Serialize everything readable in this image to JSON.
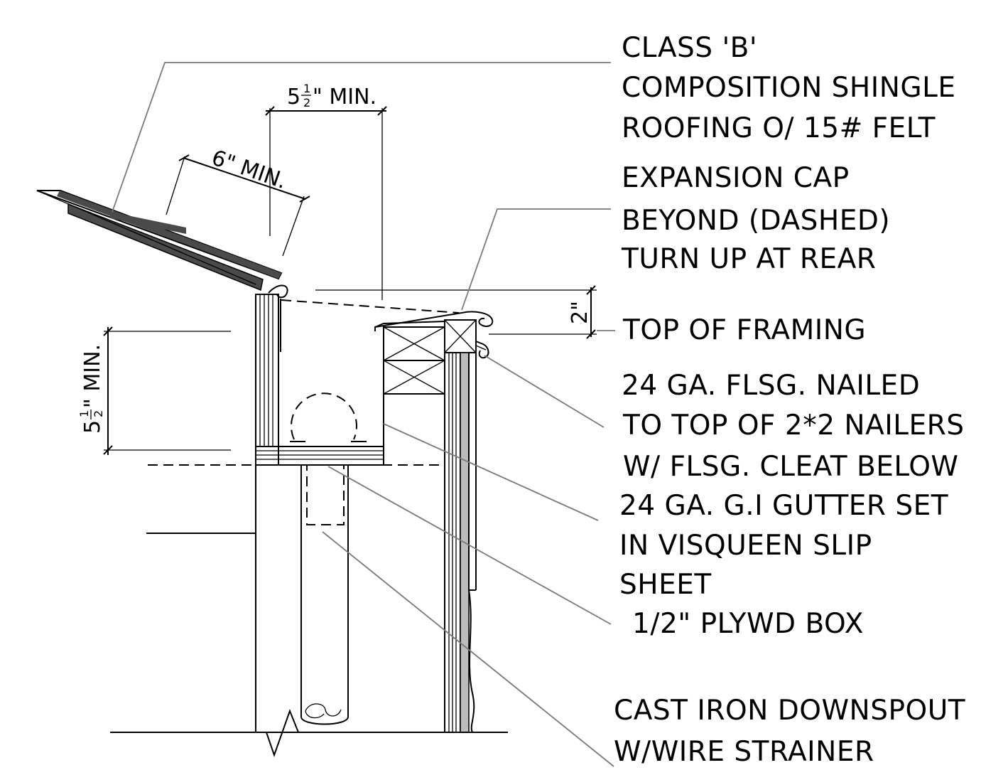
{
  "notes": {
    "shingle": [
      "CLASS 'B'",
      "COMPOSITION SHINGLE",
      "ROOFING O/ 15# FELT"
    ],
    "expansion_cap": [
      "EXPANSION CAP",
      "BEYOND (DASHED)",
      "TURN UP AT REAR"
    ],
    "top_of_framing": [
      "TOP OF FRAMING"
    ],
    "flashing": [
      "24 GA. FLSG. NAILED",
      "TO TOP OF 2*2 NAILERS",
      "W/ FLSG. CLEAT BELOW"
    ],
    "gutter": [
      "24 GA. G.I GUTTER SET",
      "IN VISQUEEN SLIP",
      "SHEET"
    ],
    "plywood_box": [
      "1/2\" PLYWD BOX"
    ],
    "downspout": [
      "CAST IRON DOWNSPOUT",
      "W/WIRE STRAINER"
    ]
  },
  "dimensions": {
    "top_width": {
      "whole": "5",
      "num": "1",
      "den": "2",
      "suffix": "\" MIN."
    },
    "shingle_overlap": "6\" MIN.",
    "cap_height": "2\"",
    "gutter_depth": {
      "whole": "5",
      "num": "1",
      "den": "2",
      "suffix": "\" MIN."
    }
  }
}
